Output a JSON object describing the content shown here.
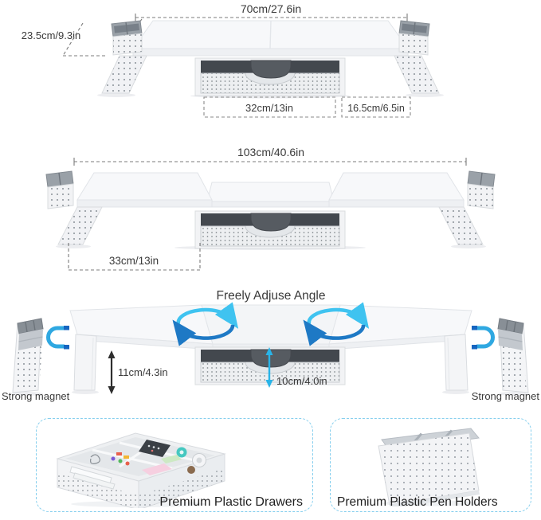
{
  "colors": {
    "accent_cyan": "#3fc3f0",
    "accent_blue": "#1e79c5",
    "magnet_blue": "#2fa8e1",
    "card_border": "#86cfee",
    "dimension_text": "#3a3a3a",
    "drawer_slot": "#43484e"
  },
  "diagram_compact": {
    "width_label": "70cm/27.6in",
    "depth_label": "23.5cm/9.3in",
    "drawer_width_label": "32cm/13in",
    "side_platform_label": "16.5cm/6.5in"
  },
  "diagram_extended": {
    "width_label": "103cm/40.6in",
    "left_platform_label": "33cm/13in"
  },
  "diagram_angle": {
    "title": "Freely Adjuse Angle",
    "stand_height_label": "11cm/4.3in",
    "drawer_height_label": "10cm/4.0in",
    "magnet_left_label": "Strong magnet",
    "magnet_right_label": "Strong magnet"
  },
  "features": [
    {
      "label": "Premium Plastic Drawers"
    },
    {
      "label": "Premium Plastic Pen Holders"
    }
  ]
}
